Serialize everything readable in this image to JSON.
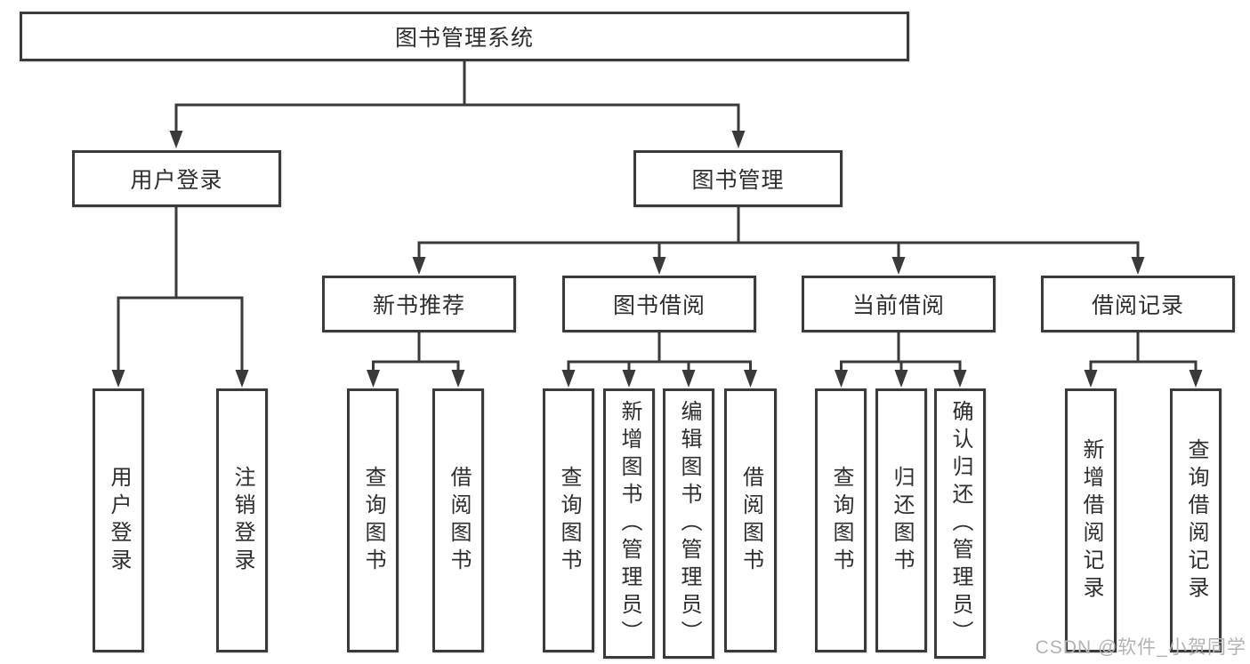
{
  "colors": {
    "line": "#3a3a3a",
    "border": "#3a3a3a",
    "text": "#2e2e2e",
    "background": "#ffffff",
    "watermark": "#b3b3b3"
  },
  "watermark": "CSDN @软件_小贺同学",
  "tree": {
    "root": "图书管理系统",
    "user_login": {
      "label": "用户登录",
      "children": [
        "用户登录",
        "注销登录"
      ]
    },
    "book_management": {
      "label": "图书管理",
      "sections": [
        {
          "label": "新书推荐",
          "children": [
            "查询图书",
            "借阅图书"
          ]
        },
        {
          "label": "图书借阅",
          "children": [
            "查询图书",
            "新增图书（管理员）",
            "编辑图书（管理员）",
            "借阅图书"
          ]
        },
        {
          "label": "当前借阅",
          "children": [
            "查询图书",
            "归还图书",
            "确认归还（管理员）"
          ]
        },
        {
          "label": "借阅记录",
          "children": [
            "新增借阅记录",
            "查询借阅记录"
          ]
        }
      ]
    }
  }
}
